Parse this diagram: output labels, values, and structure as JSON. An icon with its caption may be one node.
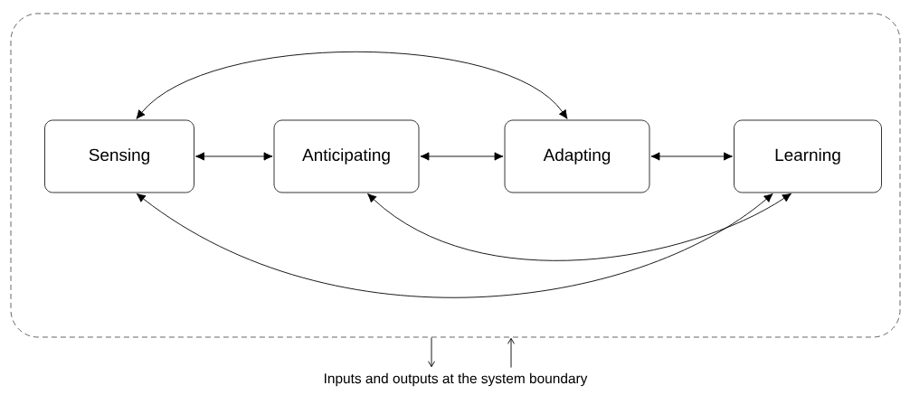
{
  "diagram": {
    "nodes": [
      {
        "text": [],
        "shape": "box"
      },
      {
        "text": [
          "Sensing"
        ],
        "in": 0
      },
      {
        "text": [
          "Anticipating"
        ],
        "in": 0
      },
      {
        "text": [
          "Adapting"
        ],
        "in": 0
      },
      {
        "text": [
          "Learning"
        ],
        "in": 0
      },
      {
        "text": [
          "Inputs and outputs at the system boundary"
        ]
      }
    ],
    "edges": [
      {
        "from": 1,
        "to": 2,
        "arrow": "both"
      },
      {
        "from": 2,
        "to": 3,
        "arrow": "both"
      },
      {
        "from": 3,
        "to": 4,
        "arrow": "both"
      },
      {
        "from": 3,
        "to": 1,
        "arrow": "both"
      },
      {
        "from": 2,
        "to": 4,
        "arrow": "both"
      },
      {
        "from": 1,
        "to": 4,
        "arrow": "both"
      },
      {
        "from": 0,
        "to": 5,
        "arrow": "to"
      },
      {
        "from": 5,
        "to": 0,
        "arrow": "to"
      }
    ]
  }
}
